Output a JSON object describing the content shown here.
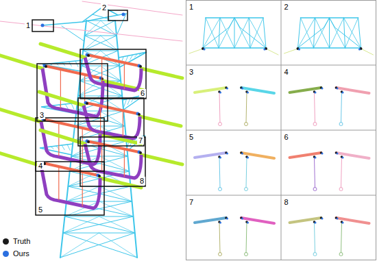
{
  "diagram": {
    "labels": [
      "1",
      "2",
      "3",
      "4",
      "5",
      "6",
      "7",
      "8",
      "1",
      "2",
      "3",
      "4",
      "5",
      "6",
      "7",
      "8"
    ],
    "legend": [
      {
        "text": "Truth",
        "color": "#1a1a1a"
      },
      {
        "text": "Ours",
        "color": "#2a6fe0"
      }
    ]
  }
}
